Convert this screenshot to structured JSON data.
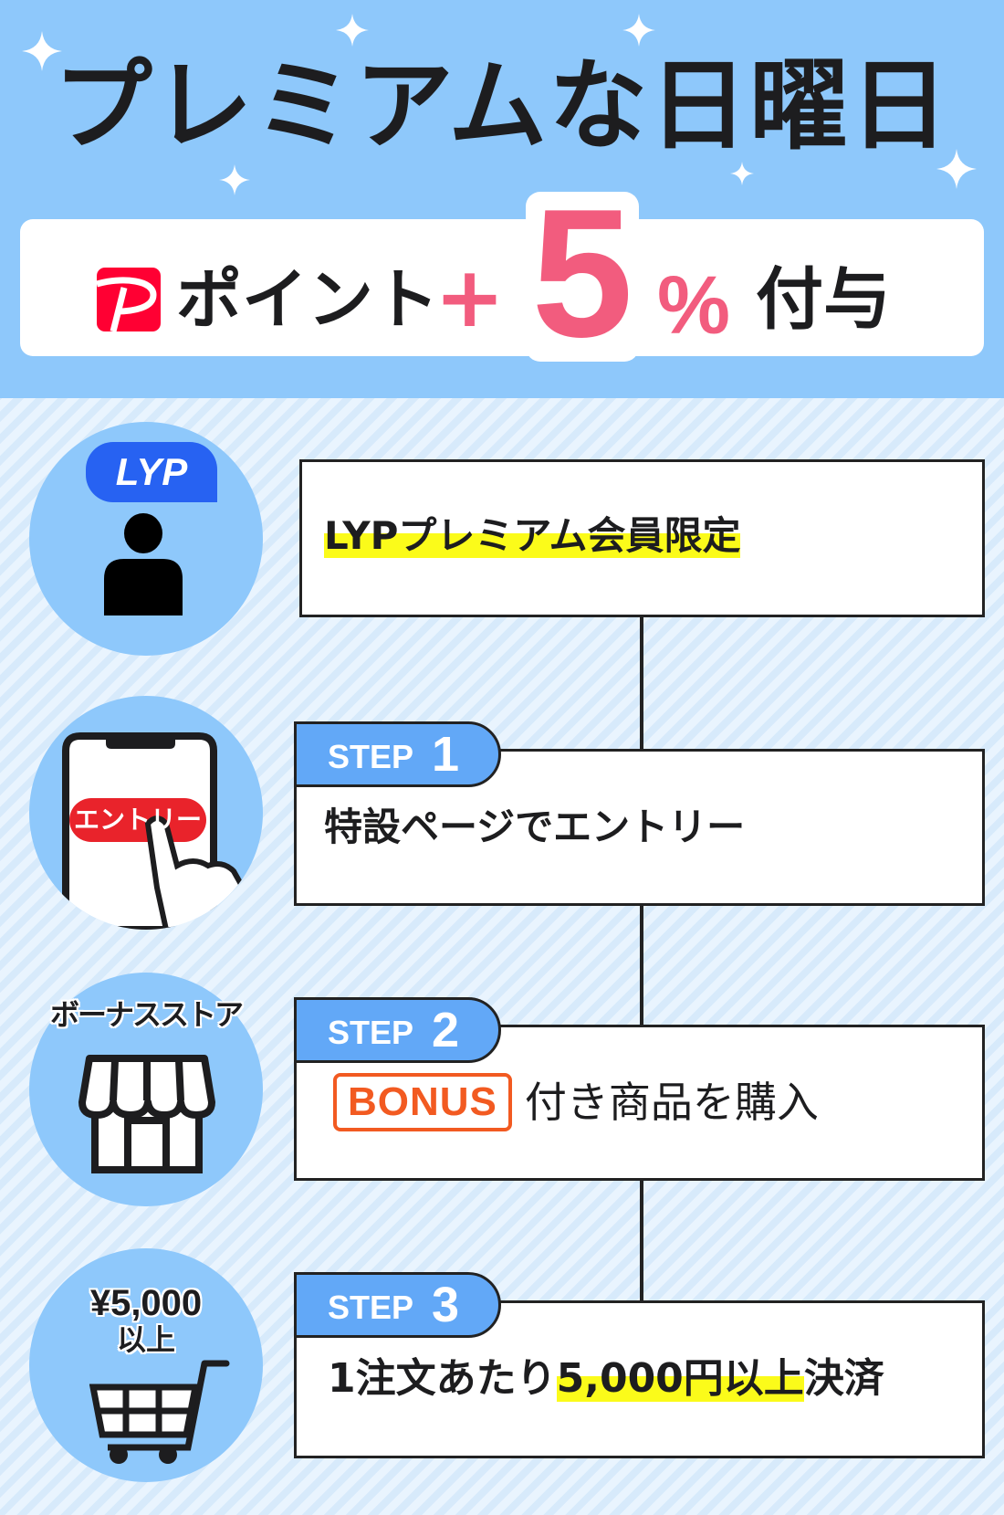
{
  "header": {
    "title": "プレミアムな日曜日",
    "promo": {
      "logo_icon": "paypay-logo-icon",
      "point_label": "ポイント",
      "plus": "+",
      "rate": "5",
      "percent": "%",
      "suffix": "付与",
      "accent_color": "#F25C7E"
    }
  },
  "steps": [
    {
      "icon": {
        "badge": "LYP",
        "name": "user-icon"
      },
      "tab": null,
      "text": "LYPプレミアム会員限定"
    },
    {
      "icon": {
        "button_label": "エントリー",
        "name": "smartphone-tap-icon"
      },
      "tab": {
        "word": "STEP",
        "number": "1"
      },
      "text": "特設ページでエントリー"
    },
    {
      "icon": {
        "label": "ボーナスストア",
        "name": "store-icon"
      },
      "tab": {
        "word": "STEP",
        "number": "2"
      },
      "badge": "BONUS",
      "text": "付き商品を購入"
    },
    {
      "icon": {
        "amount": "¥5,000",
        "amount_suffix": "以上",
        "name": "shopping-cart-icon"
      },
      "tab": {
        "word": "STEP",
        "number": "3"
      },
      "text_prefix": "1注文あたり",
      "text_highlight": "5,000円以上",
      "text_suffix": "決済"
    }
  ],
  "colors": {
    "header_bg": "#8EC8FB",
    "step_tab": "#62A8F7",
    "highlight": "#FBFB1A",
    "bonus_orange": "#F25A21",
    "paypay_red": "#FF0033"
  }
}
